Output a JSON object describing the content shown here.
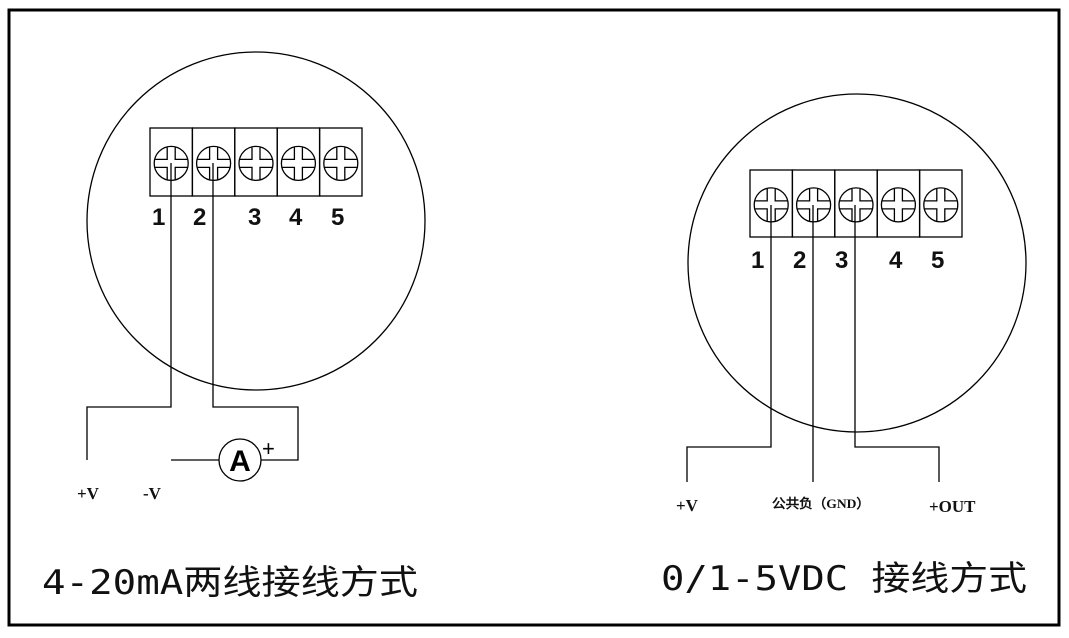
{
  "left_diagram": {
    "title": "4-20mA两线接线方式",
    "terminals": [
      "1",
      "2",
      "3",
      "4",
      "5"
    ],
    "ammeter_symbol": "A",
    "ammeter_polarity": "+",
    "labels": [
      "+V",
      "-V"
    ]
  },
  "right_diagram": {
    "title": "0/1-5VDC 接线方式",
    "terminals": [
      "1",
      "2",
      "3",
      "4",
      "5"
    ],
    "labels": [
      "+V",
      "公共负（GND）",
      "+OUT"
    ]
  }
}
